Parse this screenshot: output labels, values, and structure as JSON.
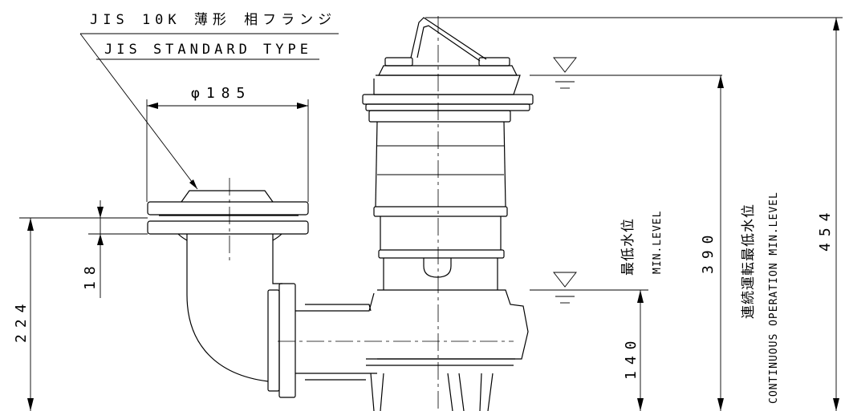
{
  "labels": {
    "flange_jp": "JIS 10K 薄形 相フランジ",
    "flange_en": "JIS STANDARD TYPE",
    "dia": "φ185",
    "d18": "18",
    "d224": "224",
    "d140": "140",
    "d390": "390",
    "d454": "454",
    "min_level_jp": "最低水位",
    "min_level_en": "MIN.LEVEL",
    "cont_jp": "連続運転最低水位",
    "cont_en": "CONTINUOUS OPERATION MIN.LEVEL"
  }
}
